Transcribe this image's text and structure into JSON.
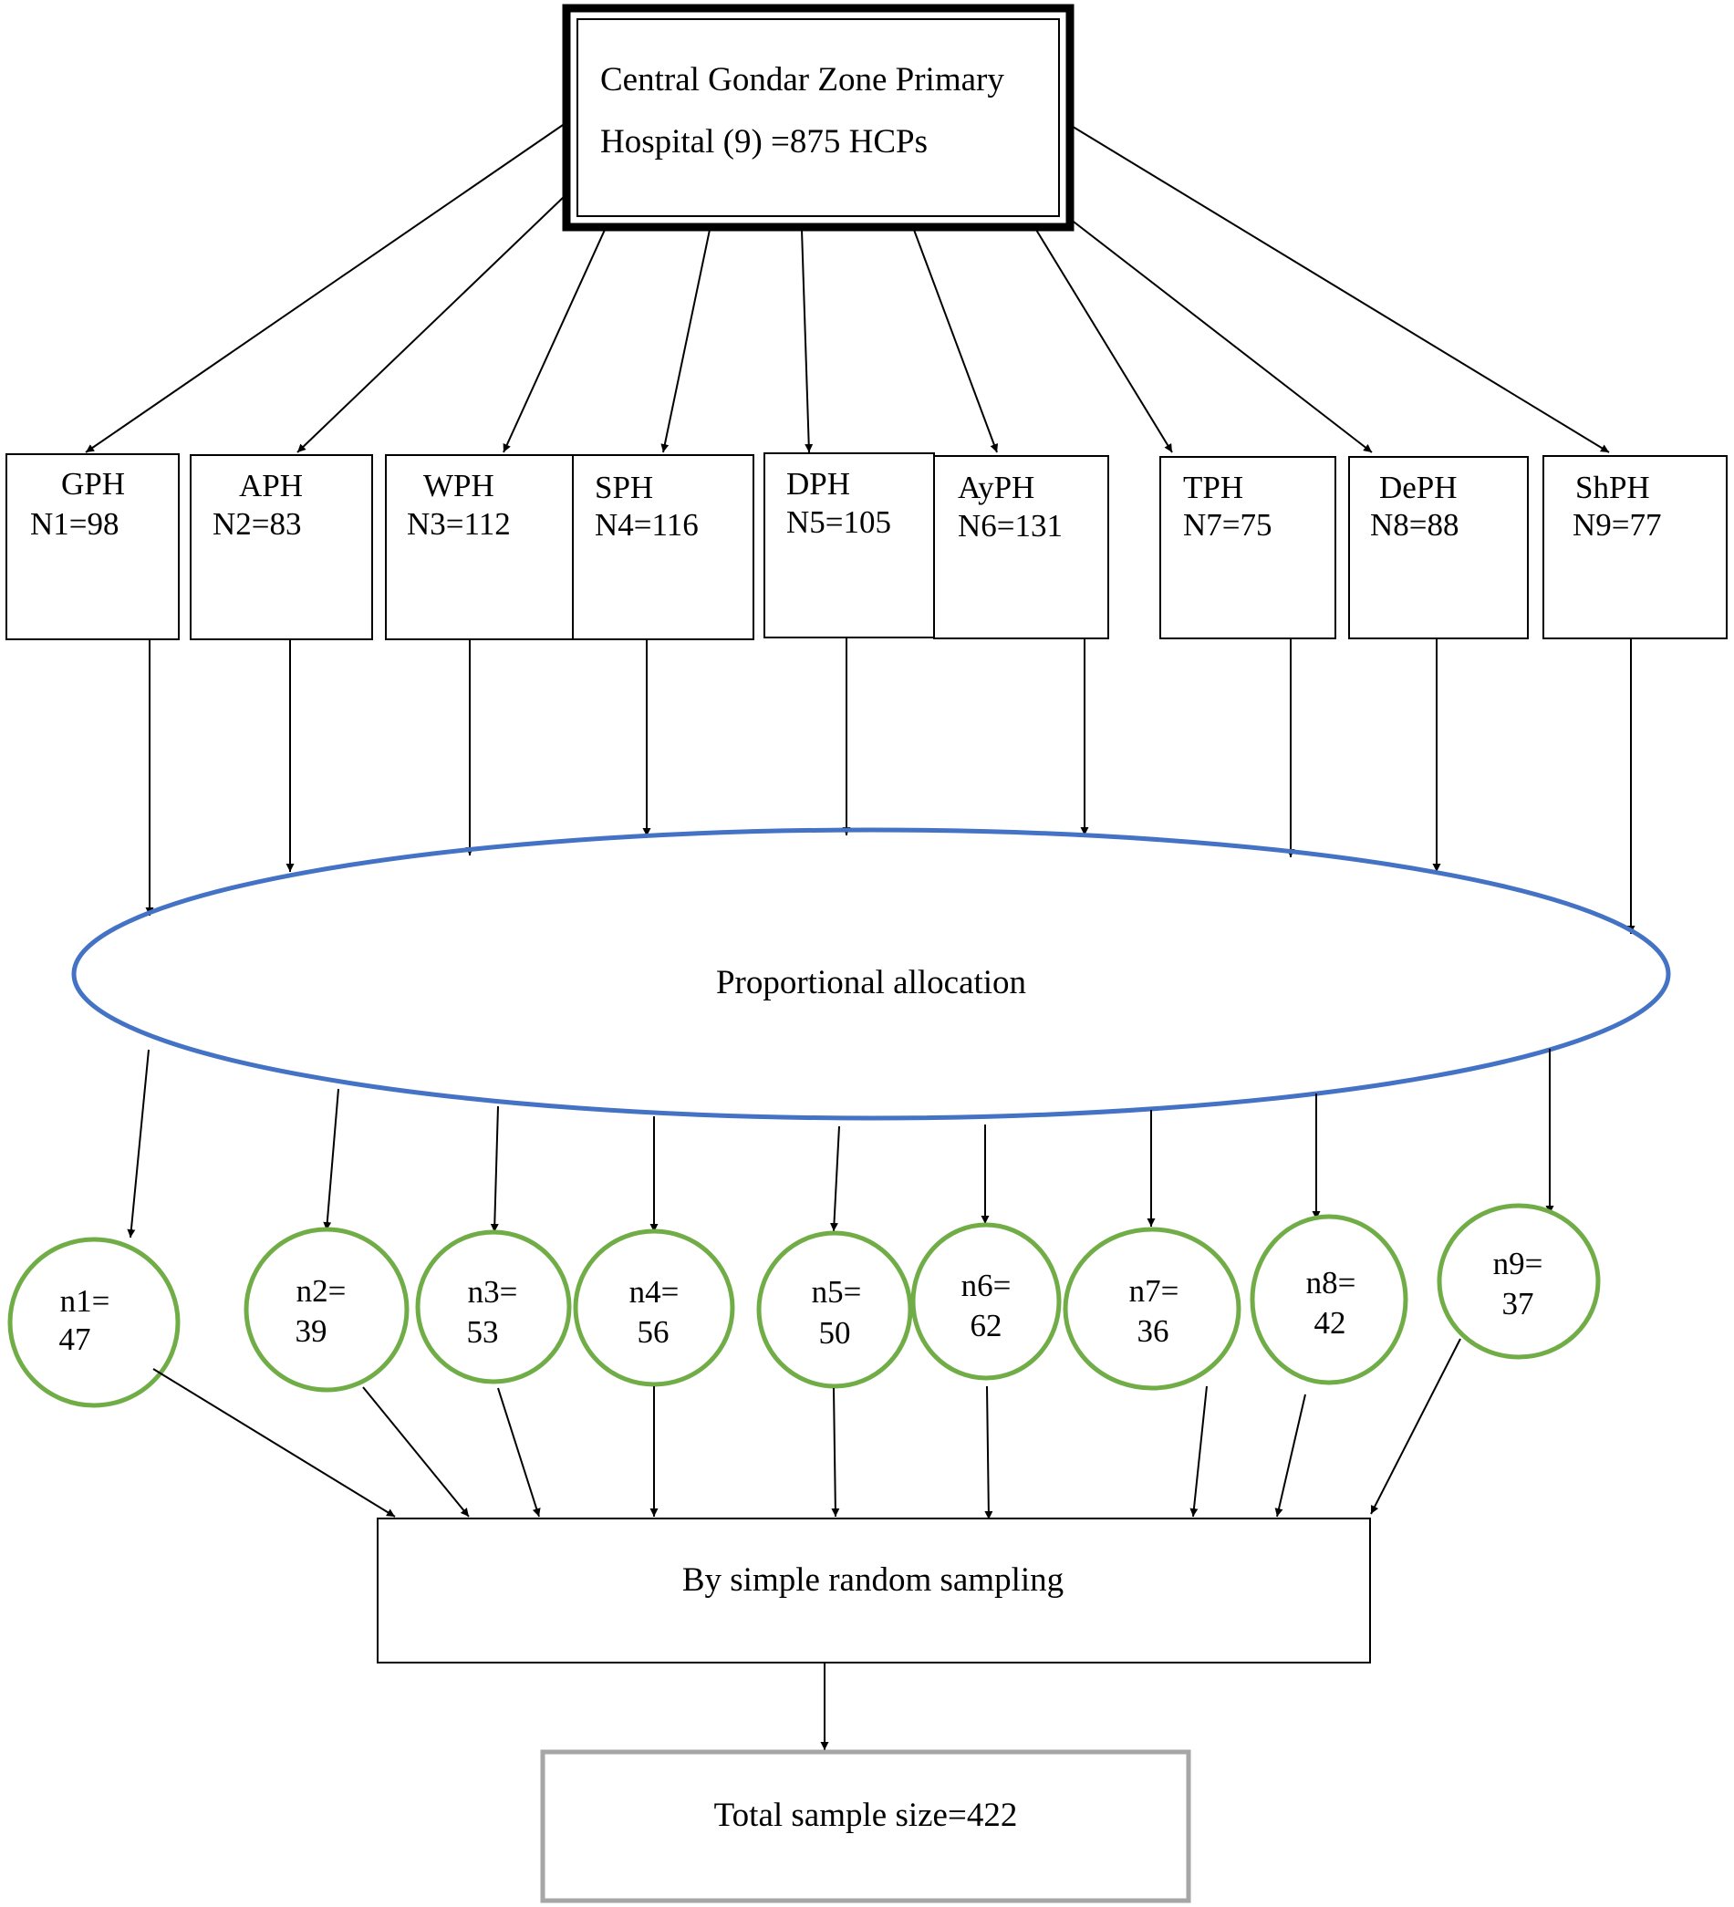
{
  "top": {
    "line1": "Central Gondar Zone Primary",
    "line2": "Hospital (9) =875 HCPs"
  },
  "hospitals": [
    {
      "name": "GPH",
      "count": "N1=98"
    },
    {
      "name": "APH",
      "count": "N2=83"
    },
    {
      "name": "WPH",
      "count": "N3=112"
    },
    {
      "name": "SPH",
      "count": "N4=116"
    },
    {
      "name": "DPH",
      "count": "N5=105"
    },
    {
      "name": "AyPH",
      "count": "N6=131"
    },
    {
      "name": "TPH",
      "count": "N7=75"
    },
    {
      "name": "DePH",
      "count": "N8=88"
    },
    {
      "name": "ShPH",
      "count": "N9=77"
    }
  ],
  "allocation": "Proportional allocation",
  "samples": [
    {
      "label": "n1=",
      "value": "47"
    },
    {
      "label": "n2=",
      "value": "39"
    },
    {
      "label": "n3=",
      "value": "53"
    },
    {
      "label": "n4=",
      "value": "56"
    },
    {
      "label": "n5=",
      "value": "50"
    },
    {
      "label": "n6=",
      "value": "62"
    },
    {
      "label": "n7=",
      "value": "36"
    },
    {
      "label": "n8=",
      "value": "42"
    },
    {
      "label": "n9=",
      "value": "37"
    }
  ],
  "sampling": "By simple random sampling",
  "total": "Total sample size=422",
  "colors": {
    "ellipse": "#4472c4",
    "circles": "#70ad47",
    "total_border": "#a6a6a6",
    "lines": "#000000"
  }
}
